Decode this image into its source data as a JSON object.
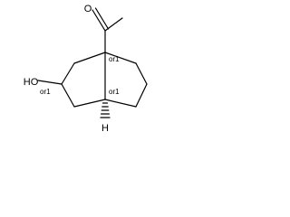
{
  "molecule": {
    "atoms": {
      "oxygen_ketone": "O",
      "hydroxyl": "HO",
      "hydrogen": "H"
    },
    "stereo_labels": {
      "c3a": "or1",
      "c5": "or1",
      "c6a": "or1"
    },
    "colors": {
      "bond": "#000000",
      "background": "#ffffff"
    }
  }
}
